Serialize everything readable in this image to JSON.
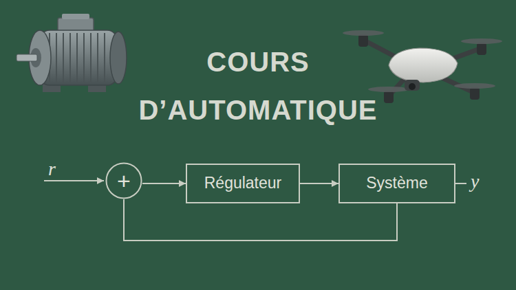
{
  "diagram": {
    "title": "COURS D’AUTOMATIQUE",
    "nodes": [
      {
        "text": [
          "+"
        ]
      },
      {
        "text": [
          "Régulateur"
        ]
      },
      {
        "text": [
          "Système"
        ]
      }
    ],
    "edges": [
      {
        "from": 0,
        "to": 1,
        "arrow": "to"
      },
      {
        "from": 1,
        "to": 2,
        "arrow": "to"
      },
      {
        "from": 2,
        "to": 0,
        "arrow": "none"
      }
    ],
    "labels": [
      "r",
      "y"
    ]
  }
}
